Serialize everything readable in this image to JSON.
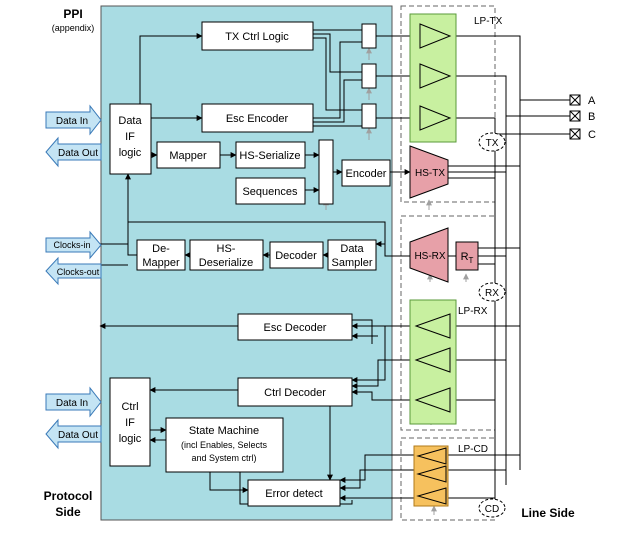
{
  "labels": {
    "ppi": "PPI",
    "appendix": "(appendix)",
    "protocol_1": "Protocol",
    "protocol_2": "Side",
    "line_side": "Line Side"
  },
  "blocks": {
    "tx_ctrl": "TX Ctrl Logic",
    "esc_encoder": "Esc Encoder",
    "data_if_1": "Data",
    "data_if_2": "IF",
    "data_if_3": "logic",
    "mapper": "Mapper",
    "hs_serialize": "HS-Serialize",
    "sequences": "Sequences",
    "encoder": "Encoder",
    "demapper_1": "De-",
    "demapper_2": "Mapper",
    "hs_deser_1": "HS-",
    "hs_deser_2": "Deserialize",
    "decoder": "Decoder",
    "data_sampler_1": "Data",
    "data_sampler_2": "Sampler",
    "esc_decoder": "Esc Decoder",
    "ctrl_decoder": "Ctrl Decoder",
    "ctrl_if_1": "Ctrl",
    "ctrl_if_2": "IF",
    "ctrl_if_3": "logic",
    "state_machine_1": "State Machine",
    "state_machine_2": "(incl Enables, Selects",
    "state_machine_3": "and System ctrl)",
    "error_detect": "Error detect"
  },
  "ports": {
    "data_in_top": "Data In",
    "data_out_top": "Data Out",
    "clocks_in": "Clocks-in",
    "clocks_out": "Clocks-out",
    "data_in_bottom": "Data In",
    "data_out_bottom": "Data Out"
  },
  "line_blocks": {
    "lp_tx": "LP-TX",
    "tx_circle": "TX",
    "hs_tx": "HS-TX",
    "hs_rx": "HS-RX",
    "rt": "R",
    "rt_sub": "T",
    "rx_circle": "RX",
    "lp_rx": "LP-RX",
    "lp_cd": "LP-CD",
    "cd_circle": "CD"
  },
  "pins": {
    "a": "A",
    "b": "B",
    "c": "C"
  },
  "colors": {
    "protocol_bg": "#a9dce3",
    "lp_green": "#c8f0a0",
    "hs_pink": "#e7a0a8",
    "lp_cd_orange": "#f6c15e",
    "port_blue": "#c4e4f4",
    "arrow_gray": "#a0a0a0"
  }
}
